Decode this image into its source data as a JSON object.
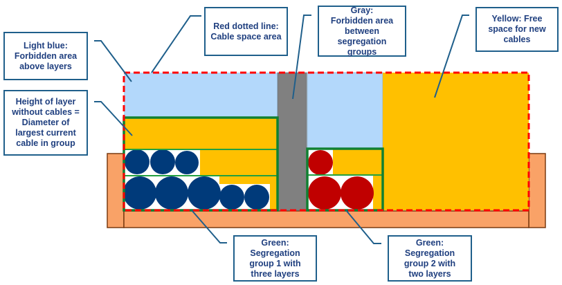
{
  "title": "Cable tray space allocation diagram",
  "colors": {
    "light_blue": "#B3D8FB",
    "gray": "#808080",
    "yellow": "#FFC000",
    "red_dashed": "#FF0000",
    "green": "#118032",
    "tray": "#F9A267",
    "tray_border": "#7A3A10",
    "cable_group1": "#003A7A",
    "cable_group2": "#C00000",
    "callout_border": "#1F5F8B",
    "callout_text": "#1F3F7F"
  },
  "callouts": {
    "light_blue": "Light blue:\nForbidden area\nabove layers",
    "red_dotted": "Red dotted line:\nCable space area",
    "gray": "Gray:\nForbidden area\nbetween\nsegregation groups",
    "yellow": "Yellow: Free\nspace for new\ncables",
    "layer_height": "Height of layer\nwithout cables =\nDiameter of\nlargest current\ncable in group",
    "group1": "Green:\nSegregation\ngroup 1 with\nthree layers",
    "group2": "Green:\nSegregation\ngroup 2 with\ntwo layers"
  },
  "segregation_groups": [
    {
      "name": "Segregation group 1",
      "layer_count": 3,
      "cable_color": "blue",
      "layers": [
        {
          "position": "bottom",
          "cables": 5
        },
        {
          "position": "middle",
          "cables": 3
        },
        {
          "position": "top",
          "cables": 0
        }
      ]
    },
    {
      "name": "Segregation group 2",
      "layer_count": 2,
      "cable_color": "red",
      "layers": [
        {
          "position": "bottom",
          "cables": 2
        },
        {
          "position": "top",
          "cables": 1
        }
      ]
    }
  ]
}
